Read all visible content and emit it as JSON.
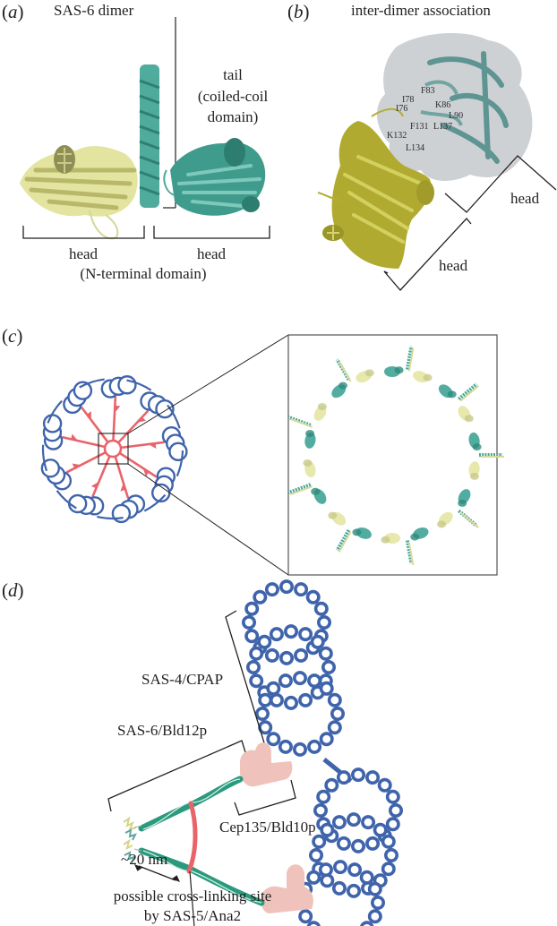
{
  "figure": {
    "panels": [
      {
        "id": "a",
        "letter": "a",
        "title": "SAS-6 dimer",
        "labels": {
          "tail": "tail",
          "tail_sub1": "(coiled-coil",
          "tail_sub2": "domain)",
          "head_left": "head",
          "head_right": "head",
          "domain": "(N-terminal domain)"
        }
      },
      {
        "id": "b",
        "letter": "b",
        "title": "inter-dimer association",
        "residues": [
          "F83",
          "I78",
          "I76",
          "K86",
          "L90",
          "F131",
          "L137",
          "K132",
          "L134"
        ],
        "labels": {
          "head_upper": "head",
          "head_lower": "head"
        }
      },
      {
        "id": "c",
        "letter": "c",
        "description": "cartwheel schematic with 9 spokes and zoomed SAS-6 ring",
        "spoke_count": 9
      },
      {
        "id": "d",
        "letter": "d",
        "labels": {
          "sas4": "SAS-4/CPAP",
          "sas6": "SAS-6/Bld12p",
          "cep135": "Cep135/Bld10p",
          "distance": "~20 nm",
          "crosslink_1": "possible cross-linking site",
          "crosslink_2": "by SAS-5/Ana2"
        }
      }
    ],
    "colors": {
      "microtubule_blue": "#3f64ab",
      "spoke_red": "#e8646a",
      "sas6_teal": "#2e9e82",
      "cep135_pink": "#efc3bb",
      "protein_yellow": "#e6e7a6",
      "protein_olive": "#a8a534",
      "protein_teal": "#4aa89b",
      "surface_gray": "#c9cccf",
      "line": "#231f20"
    }
  }
}
